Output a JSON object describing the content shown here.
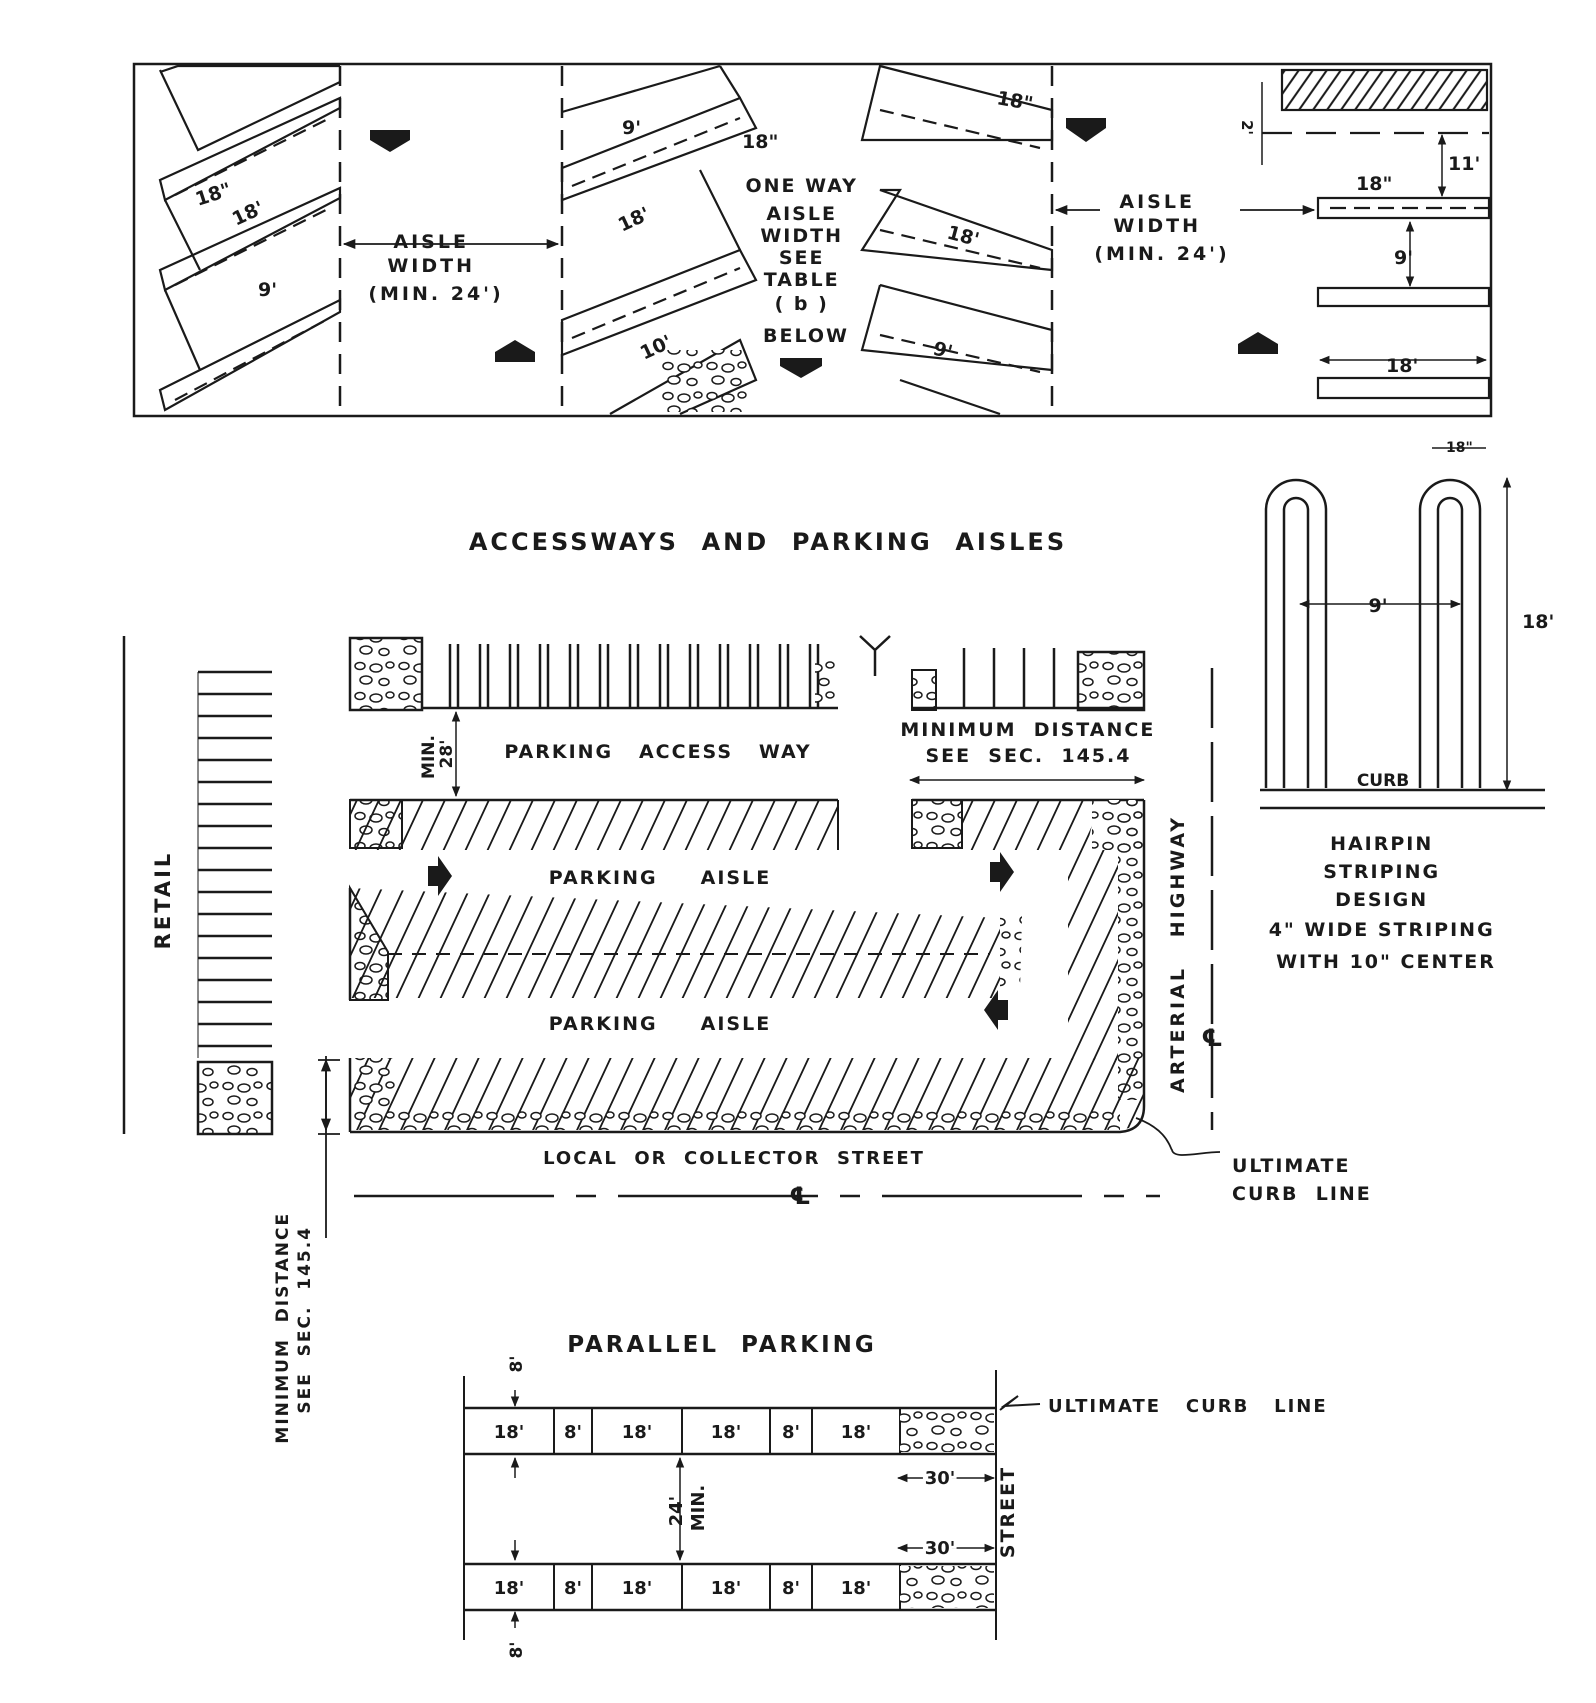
{
  "top_panel": {
    "aisle_width_left": [
      "AISLE",
      "WIDTH",
      "(MIN. 24')"
    ],
    "aisle_width_right": [
      "AISLE",
      "WIDTH",
      "(MIN. 24')"
    ],
    "one_way": [
      "ONE WAY",
      "AISLE",
      "WIDTH",
      "SEE",
      "TABLE",
      "( b )",
      "BELOW"
    ],
    "dims": {
      "d18in_a": "18\"",
      "d18ft_a": "18'",
      "d9_a": "9'",
      "d9_b": "9'",
      "d18in_b": "18\"",
      "d18ft_b": "18'",
      "d10": "10'",
      "d18in_c": "18\"",
      "d18ft_c": "18'",
      "d9_c": "9'",
      "d2": "2'",
      "d11": "11'",
      "d18in_d": "18\"",
      "d9_d": "9'",
      "d18ft_d": "18'"
    }
  },
  "title_accessways": "ACCESSWAYS  AND  PARKING  AISLES",
  "hairpin": {
    "dim_top": "18\"",
    "dim_width": "9'",
    "dim_height": "18'",
    "curb": "CURB",
    "caption": [
      "HAIRPIN",
      "STRIPING",
      "DESIGN",
      "4\" WIDE  STRIPING",
      "WITH  10\" CENTER"
    ]
  },
  "site_plan": {
    "retail": "RETAIL",
    "min_28_a": "MIN.",
    "min_28_b": "28'",
    "parking_access_way": "PARKING   ACCESS   WAY",
    "min_distance_top_a": "MINIMUM  DISTANCE",
    "min_distance_top_b": "SEE  SEC.  145.4",
    "parking_aisle_1": "PARKING     AISLE",
    "parking_aisle_2": "PARKING     AISLE",
    "arterial_highway": "ARTERIAL   HIGHWAY",
    "local_street": "LOCAL  OR  COLLECTOR  STREET",
    "ultimate_curb_a": "ULTIMATE",
    "ultimate_curb_b": "CURB  LINE",
    "min_distance_left_a": "MINIMUM  DISTANCE",
    "min_distance_left_b": "SEE  SEC.  145.4",
    "centerline": "℄"
  },
  "parallel": {
    "title": "PARALLEL  PARKING",
    "top_row": [
      "18'",
      "8'",
      "18'",
      "18'",
      "8'",
      "18'"
    ],
    "bottom_row": [
      "18'",
      "8'",
      "18'",
      "18'",
      "8'",
      "18'"
    ],
    "dim_8_top": "8'",
    "dim_8_bottom": "8'",
    "dim_24_a": "24'",
    "dim_24_b": "MIN.",
    "dim_30_a": "30'",
    "dim_30_b": "30'",
    "street": "STREET",
    "ultimate_curb": "ULTIMATE   CURB   LINE"
  }
}
